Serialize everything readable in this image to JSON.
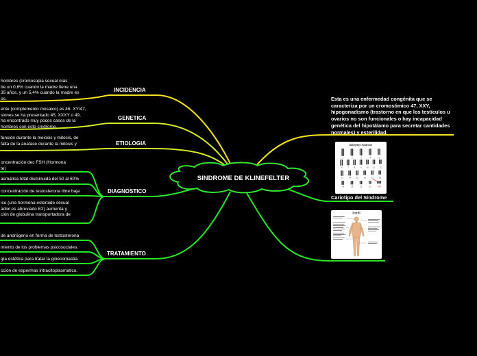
{
  "central": {
    "title": "SINDROME DE KLINEFELTER"
  },
  "branches": {
    "incidencia": {
      "label": "INCIDENCIA",
      "lines": [
        "hombres (cromosopia sexual más",
        "be un 0,6% cuando la madre tiene una",
        "35 años, y un 5,4% cuando la madre es",
        "os."
      ]
    },
    "genetica": {
      "label": "GENETICA",
      "lines": [
        "ente (complemento mosaico) es 46. XY/47,",
        "siones se ha presentado 45, XXXY o 49,",
        "ha encontrado muy pocos casos de la",
        "hombres con este síndrome."
      ]
    },
    "etiologia": {
      "label": "ETIOLOGIA",
      "lines": [
        "función durante la meiosis y mitosis, de",
        "falta de la anafase durante la mitosis y"
      ]
    },
    "diagnostico": {
      "label": "DIAGNOSTICO",
      "items": [
        [
          "oncentración dec FSH (Hormona",
          "te)"
        ],
        [
          "asmática total disminuida del 50 al 60%"
        ],
        [
          "concentración de testosterona libre baja"
        ],
        [
          "ico (una hormona esteroide sexual",
          "adiol es abreviado E2) aumenta y",
          "ción de globulina transportadora de"
        ]
      ]
    },
    "tratamiento": {
      "label": "TRATAMIENTO",
      "items": [
        "de andrógeno en forma de testosterona",
        "miento de los problemas psicosociales.",
        "gía estética para tratar la ginecomastia.",
        "cción de espermas intracitoplasmatico."
      ]
    }
  },
  "description": "Esta es una enfermedad congénita que se caracteriza por un cromosómico 47, XXY, hipogonadismo (trastorno en que los testículos u ovarios no son funcionales o hay incapacidad genética del hipotálamo para secretar cantidades normales) y esterilidad.",
  "karyotype": {
    "title": "Klinefelter Syndrome",
    "caption": "Cariotipo del Síndrome",
    "row_labels": [
      [
        "1",
        "2",
        "3",
        "4",
        "5"
      ],
      [
        "6",
        "7",
        "8",
        "9",
        "10",
        "11",
        "12"
      ],
      [
        "13",
        "14",
        "15",
        "16",
        "17",
        "18"
      ],
      [
        "19",
        "20",
        "21",
        "22",
        "XXY"
      ]
    ]
  },
  "profile": {
    "title": "Perfil"
  },
  "colors": {
    "yellow": "#f5e31b",
    "lime": "#d4e82a",
    "green": "#27e827",
    "central_border": "#35e335"
  }
}
